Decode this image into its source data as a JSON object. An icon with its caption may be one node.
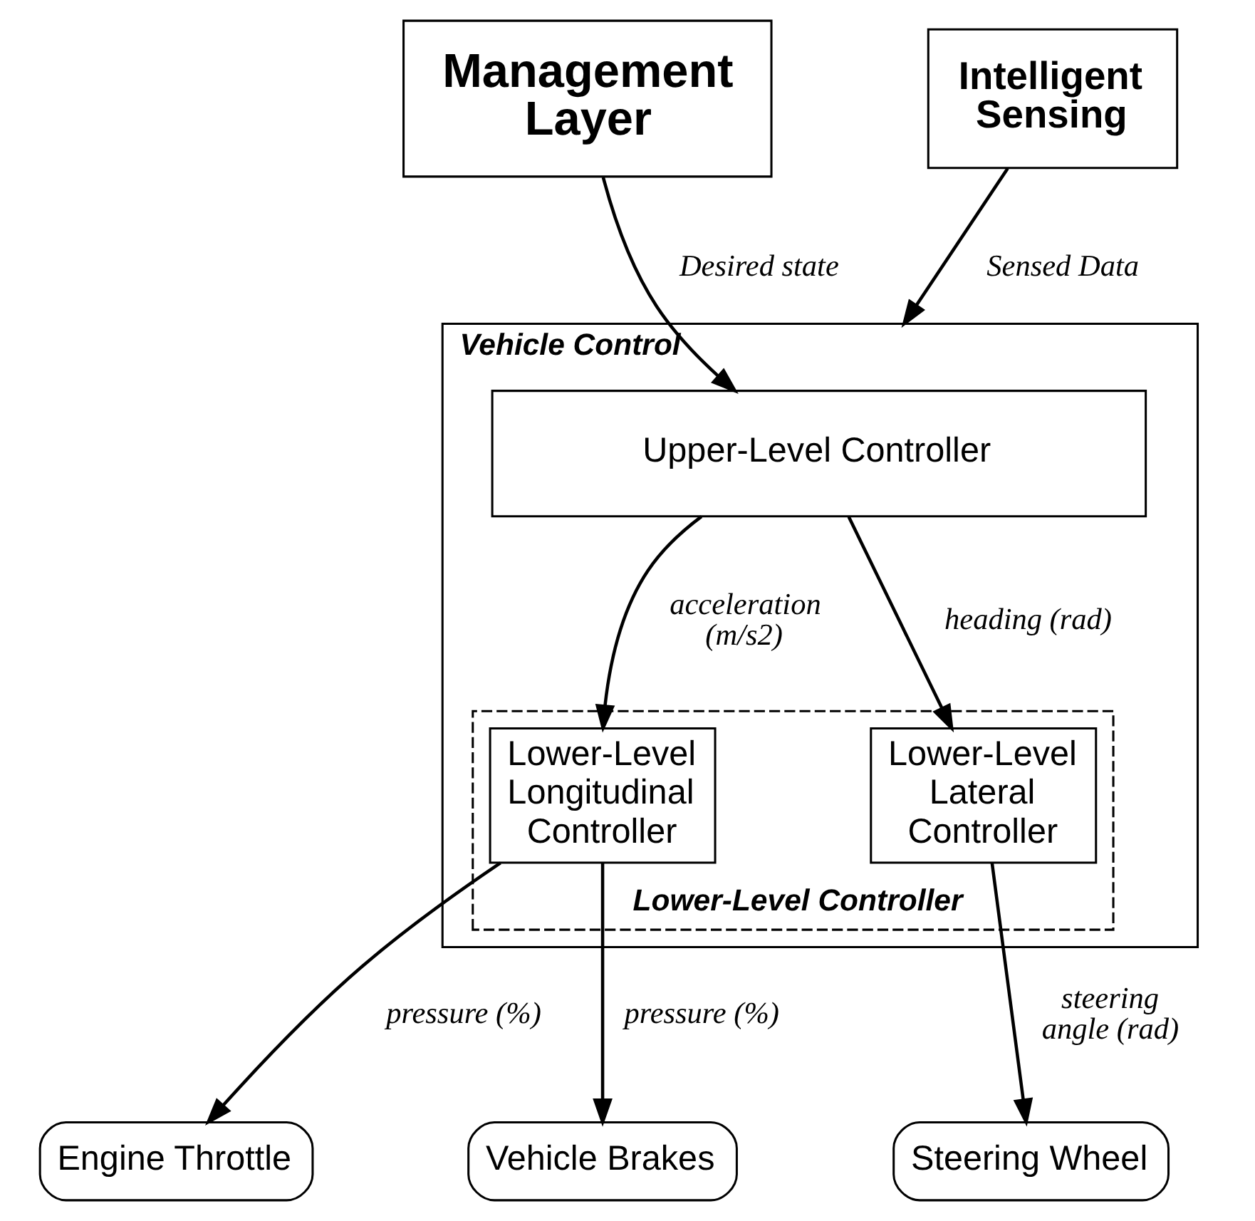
{
  "diagram": {
    "nodes": [
      {
        "text": [
          "Management Layer"
        ]
      },
      {
        "text": [
          "Vehicle Control"
        ]
      },
      {
        "text": [
          "Upper-Level Controller"
        ],
        "in": 1
      },
      {
        "text": [
          "Lower-Level Controller"
        ],
        "in": 1
      },
      {
        "text": [
          "Lower-Level Longitudinal Controller"
        ],
        "in": 3
      },
      {
        "text": [
          "Lower-Level Lateral Controller"
        ],
        "in": 3
      },
      {
        "text": [
          "Intelligent Sensing"
        ]
      },
      {
        "text": [
          "Engine Throttle"
        ]
      },
      {
        "text": [
          "Vehicle Brakes"
        ]
      },
      {
        "text": [
          "Steering Wheel"
        ]
      }
    ],
    "edges": [
      {
        "from": 0,
        "to": 2,
        "arrow": "to",
        "label": "Desired state"
      },
      {
        "from": 6,
        "to": 1,
        "arrow": "to",
        "label": "Sensed Data"
      },
      {
        "from": 2,
        "to": 4,
        "arrow": "to",
        "label": "acceleration (m/s2)"
      },
      {
        "from": 2,
        "to": 5,
        "arrow": "to",
        "label": "heading (rad)"
      },
      {
        "from": 4,
        "to": 7,
        "arrow": "to",
        "label": "pressure (%)"
      },
      {
        "from": 4,
        "to": 8,
        "arrow": "to",
        "label": "pressure (%)"
      },
      {
        "from": 5,
        "to": 9,
        "arrow": "to",
        "label": "steering angle (rad)"
      }
    ]
  }
}
